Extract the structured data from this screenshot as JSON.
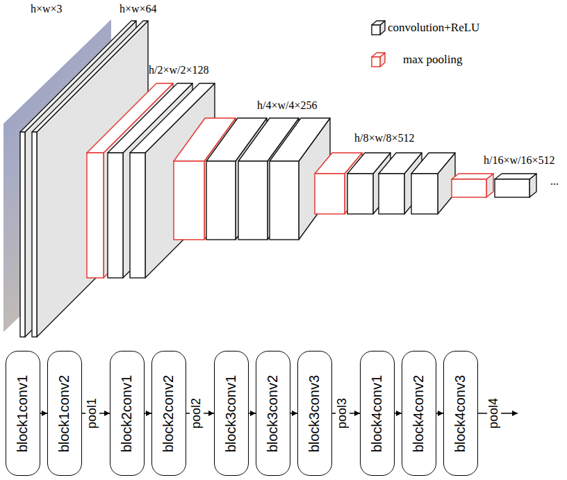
{
  "diagram": {
    "nodes": [
      {
        "text": [
          "block1conv1"
        ]
      },
      {
        "text": [
          "block1conv2"
        ]
      },
      {
        "text": [
          "block2conv1"
        ]
      },
      {
        "text": [
          "block2conv2"
        ]
      },
      {
        "text": [
          "block3conv1"
        ]
      },
      {
        "text": [
          "block3conv2"
        ]
      },
      {
        "text": [
          "block3conv3"
        ]
      },
      {
        "text": [
          "block4conv1"
        ]
      },
      {
        "text": [
          "block4conv2"
        ]
      },
      {
        "text": [
          "block4conv3"
        ]
      }
    ],
    "edges": [
      {
        "from": 0,
        "to": 1,
        "arrow": "to"
      },
      {
        "from": 1,
        "to": 2,
        "arrow": "to",
        "label": "pool1"
      },
      {
        "from": 2,
        "to": 3,
        "arrow": "to"
      },
      {
        "from": 3,
        "to": 4,
        "arrow": "to",
        "label": "pool2"
      },
      {
        "from": 4,
        "to": 5,
        "arrow": "to"
      },
      {
        "from": 5,
        "to": 6,
        "arrow": "to"
      },
      {
        "from": 6,
        "to": 7,
        "arrow": "to",
        "label": "pool3"
      },
      {
        "from": 7,
        "to": 8,
        "arrow": "to"
      },
      {
        "from": 8,
        "to": 9,
        "arrow": "to"
      }
    ],
    "labels": [
      "h×w×3",
      "h×w×64",
      "h/2×w/2×128",
      "h/4×w/4×256",
      "h/8×w/8×512",
      "h/16×w/16×512",
      "...",
      "pool4"
    ],
    "legend": [
      {
        "text": "convolution+ReLU"
      },
      {
        "text": "max pooling"
      }
    ]
  }
}
